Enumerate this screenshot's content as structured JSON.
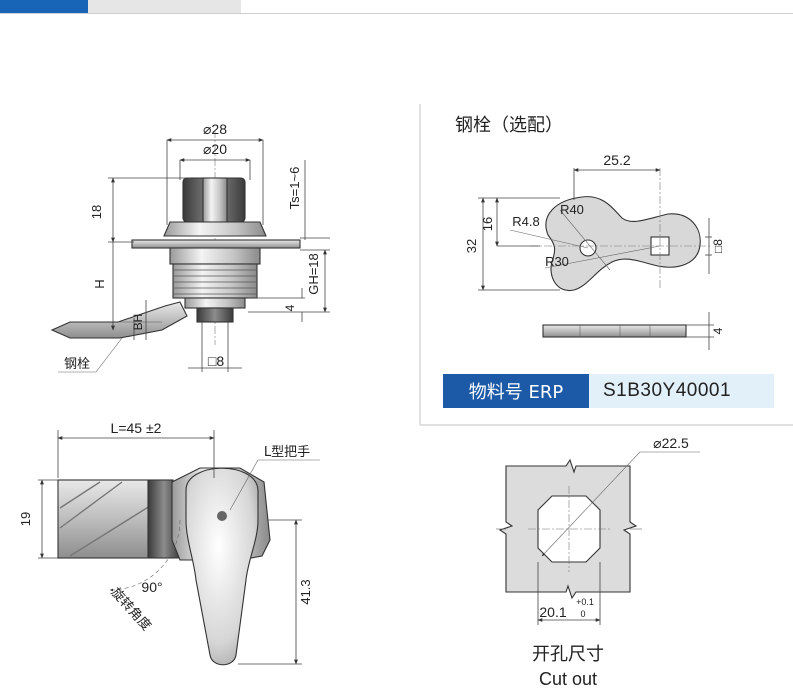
{
  "labels": {
    "dia28": "⌀28",
    "dia20": "⌀20",
    "dim18": "18",
    "ts": "Ts=1~6",
    "H": "H",
    "BH": "BH",
    "GH": "GH=18",
    "dim4": "4",
    "sq8": "□8",
    "steel_bolt": "钢栓",
    "L": "L=45 ±2",
    "dim19": "19",
    "L_handle": "L型把手",
    "angle90": "90°",
    "rotate_angle": "旋转角度",
    "dim41_3": "41.3",
    "bolt_title": "钢栓（选配）",
    "dim25_2": "25.2",
    "r40": "R40",
    "r4_8": "R4.8",
    "dim16": "16",
    "dim32": "32",
    "r30": "R30",
    "bolt_sq8": "□8",
    "bolt_4": "4",
    "cut_dia": "⌀22.5",
    "cut_20_1": "20.1",
    "tol_plus": "+0.1",
    "tol_zero": "0",
    "cut_cn": "开孔尺寸",
    "cut_en": "Cut out"
  },
  "erp": {
    "label": "物料号 ERP",
    "value": "S1B30Y40001"
  },
  "colors": {
    "brand_blue": "#1c5aa8",
    "light_blue": "#e2f0fa"
  }
}
